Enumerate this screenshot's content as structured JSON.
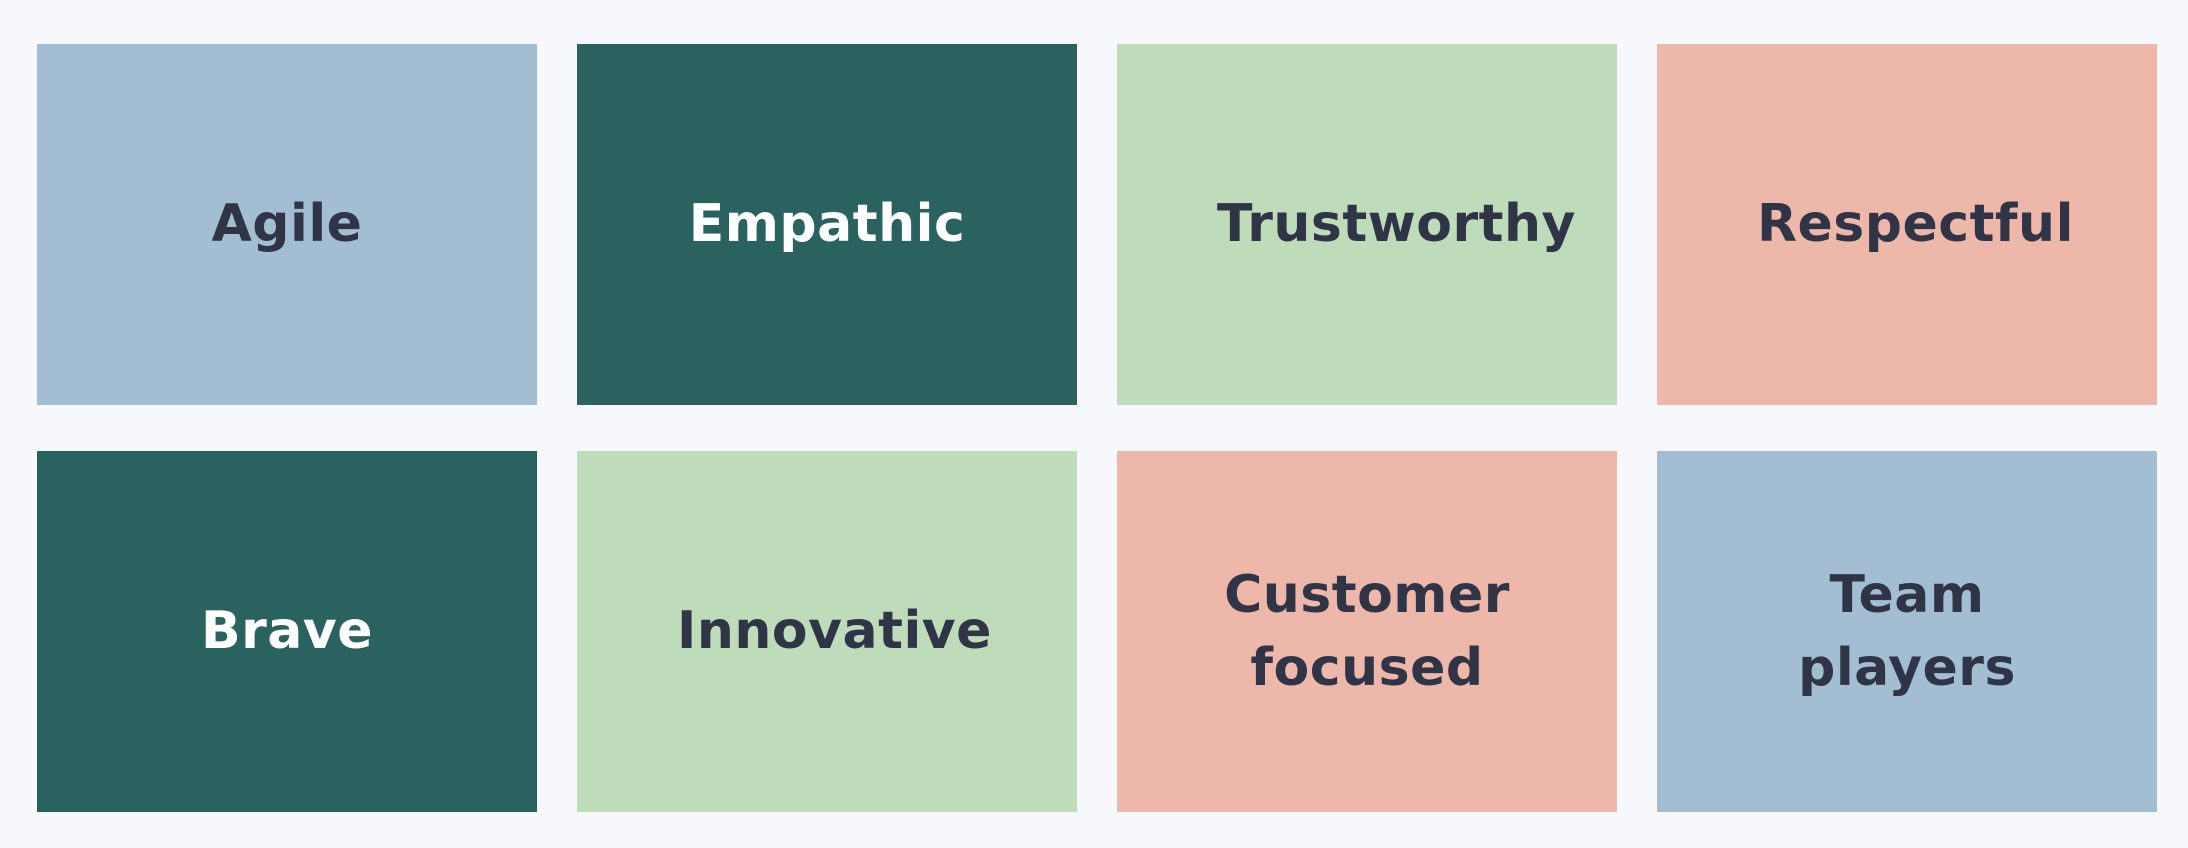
{
  "colors": {
    "page_background": "#f7f8fb",
    "blue": "#a3bdd3",
    "teal": "#2a625f",
    "green": "#bfdcba",
    "salmon": "#edb8aa",
    "dark_text": "#2f3447",
    "light_text": "#ffffff"
  },
  "tiles": [
    {
      "label": "Agile",
      "background": "#a3bdd3",
      "text_color": "#2f3447"
    },
    {
      "label": "Empathic",
      "background": "#2a625f",
      "text_color": "#ffffff"
    },
    {
      "label": "Trustworthy",
      "background": "#bfdcba",
      "text_color": "#2f3447"
    },
    {
      "label": "Respectful",
      "background": "#edb8aa",
      "text_color": "#2f3447"
    },
    {
      "label": "Brave",
      "background": "#2a625f",
      "text_color": "#ffffff"
    },
    {
      "label": "Innovative",
      "background": "#bfdcba",
      "text_color": "#2f3447"
    },
    {
      "label": "Customer focused",
      "background": "#edb8aa",
      "text_color": "#2f3447"
    },
    {
      "label": "Team players",
      "background": "#a3bdd3",
      "text_color": "#2f3447"
    }
  ]
}
